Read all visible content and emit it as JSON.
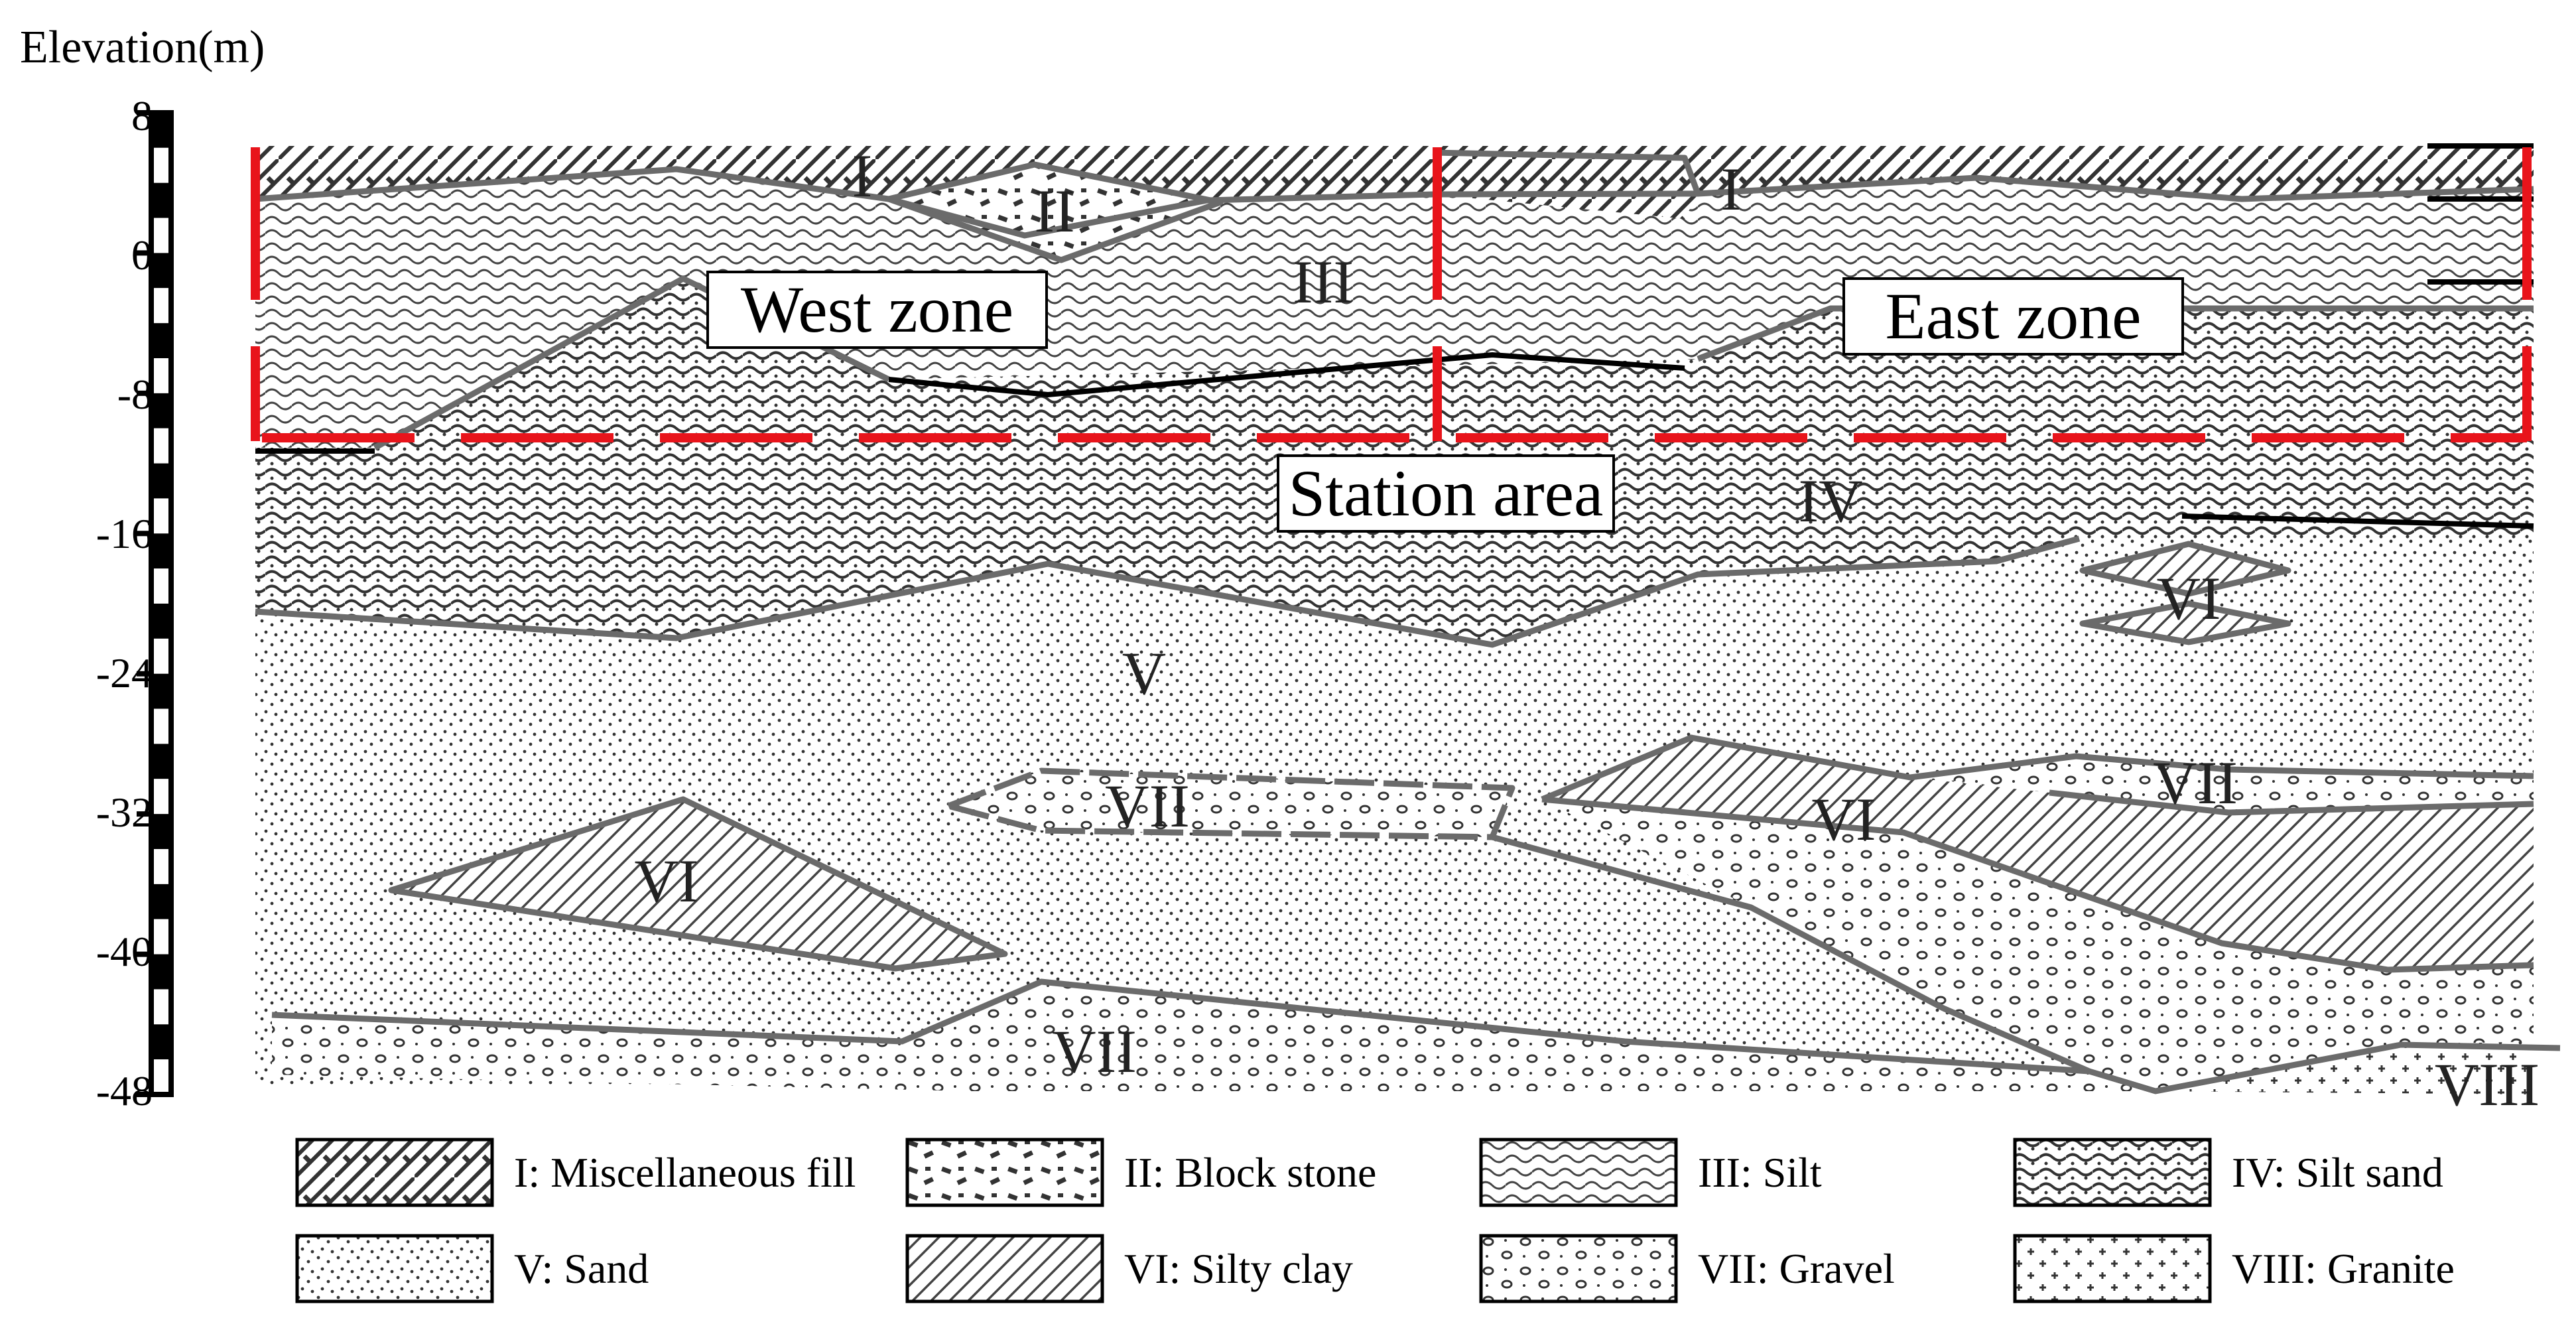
{
  "axis": {
    "title": "Elevation(m)",
    "ticks": [
      "8",
      "0",
      "-8",
      "-16",
      "-24",
      "-32",
      "-40",
      "-48"
    ]
  },
  "zones": {
    "west": "West zone",
    "east": "East zone",
    "station": "Station area"
  },
  "layer_labels": {
    "fill_west": "I",
    "fill_east": "I",
    "block_stone": "II",
    "silt": "III",
    "silt_sand": "IV",
    "sand": "V",
    "clay_left": "VI",
    "clay_right": "VI",
    "clay_lens": "VI",
    "gravel_mid": "VII",
    "gravel_right": "VII",
    "gravel_bottom": "VII",
    "granite": "VIII"
  },
  "legend": [
    {
      "pattern": "fill",
      "label": "I: Miscellaneous fill"
    },
    {
      "pattern": "block",
      "label": "II: Block stone"
    },
    {
      "pattern": "silt",
      "label": "III: Silt"
    },
    {
      "pattern": "siltsand",
      "label": "IV: Silt sand"
    },
    {
      "pattern": "sand",
      "label": "V: Sand"
    },
    {
      "pattern": "clay",
      "label": "VI: Silty clay"
    },
    {
      "pattern": "gravel",
      "label": "VII: Gravel"
    },
    {
      "pattern": "granite",
      "label": "VIII: Granite"
    }
  ],
  "colors": {
    "boundary": "#6b6b6b",
    "station_outline": "#e8141b"
  }
}
